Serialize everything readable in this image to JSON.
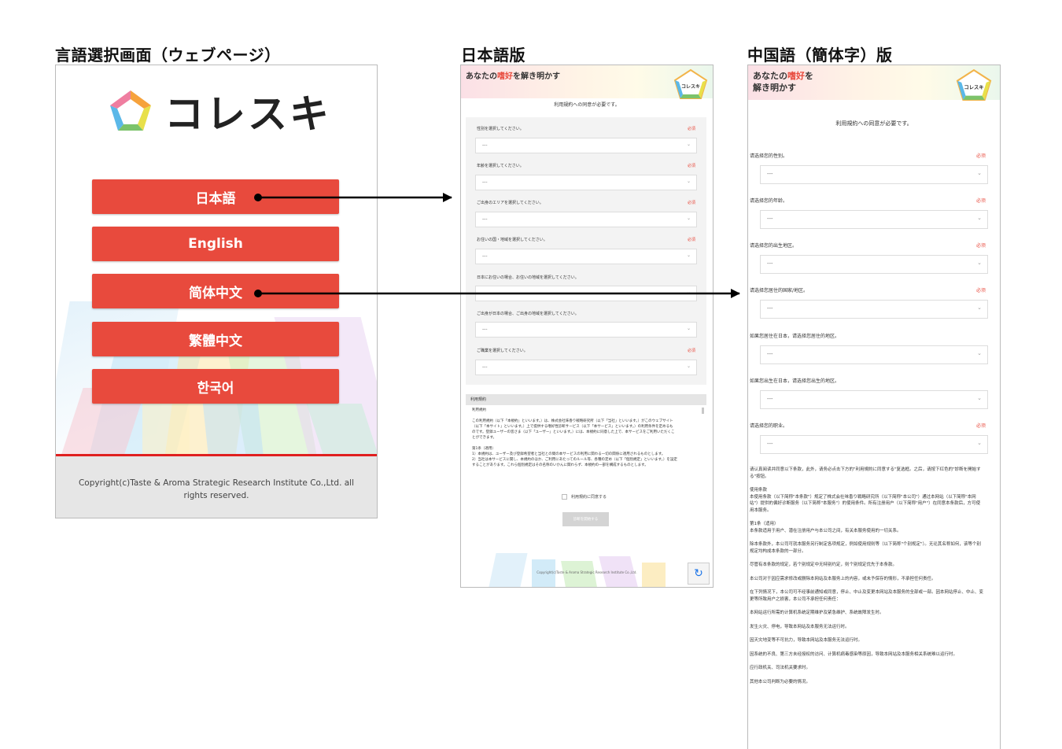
{
  "titles": {
    "lang": "言語選択画面（ウェブページ）",
    "jp": "日本語版",
    "cn": "中国語（簡体字）版"
  },
  "lang_screen": {
    "logo": "コレスキ",
    "buttons": [
      "日本語",
      "English",
      "简体中文",
      "繁體中文",
      "한국어"
    ],
    "copyright": "Copyright(c)Taste & Aroma Strategic Research Institute Co.,Ltd. all rights reserved."
  },
  "jp": {
    "header_pre": "あなたの",
    "header_hl": "嗜好",
    "header_post": "を解き明かす",
    "badge": "コレスキ",
    "notice": "利用規約への同意が必要です。",
    "questions": [
      {
        "label": "性別を選択してください。",
        "req": "必須"
      },
      {
        "label": "年齢を選択してください。",
        "req": "必須"
      },
      {
        "label": "ご出身のエリアを選択してください。",
        "req": "必須"
      },
      {
        "label": "お住いの国・地域を選択してください。",
        "req": "必須"
      },
      {
        "label": "日本にお住いの場合、お住いの地域を選択してください。",
        "req": ""
      },
      {
        "label": "ご出身が日本の場合、ご出身の地域を選択してください。",
        "req": ""
      },
      {
        "label": "ご職業を選択してください。",
        "req": "必須"
      }
    ],
    "select_value": "---",
    "terms_head": "利用規約",
    "terms_lines": [
      "利用規約",
      "",
      "この利用規約（以下「本規約」といいます。）は、株式会社味香り戦略研究所（以下「当社」といいます。）がこのウェブサイト",
      "（以下「本サイト」といいます。）上で提供する嗜好性診断サービス（以下「本サービス」といいます。）の利用条件を定めるも",
      "のです。登録ユーザーの皆さま（以下「ユーザー」といいます。）には、本規約に同意した上で、本サービスをご利用いただくこ",
      "とができます。",
      "",
      "第1条（適用）",
      "1）本規約は、ユーザー及び登録希望者と当社との間の本サービスの利用に関わる一切の関係に適用されるものとします。",
      "2）当社は本サービスに関し、本規約のほか、ご利用にあたってのルール等、各種の定め（以下「個別規定」といいます。）を設定",
      "することがあります。これら個別規定はその名称のいかんに関わらず、本規約の一部を構成するものとします。"
    ],
    "agree": "利用規約に同意する",
    "start": "診断を開始する",
    "copyright": "Copyright(c)Taste & Aroma Strategic Research Institute Co.,Ltd."
  },
  "cn": {
    "header_pre": "あなたの",
    "header_hl": "嗜好",
    "header_post1": "を",
    "header_line2": "解き明かす",
    "badge": "コレスキ",
    "notice": "利用規約への同意が必要です。",
    "questions": [
      {
        "label": "请选择您的性别。",
        "req": "必须"
      },
      {
        "label": "请选择您的年龄。",
        "req": "必须"
      },
      {
        "label": "请选择您的出生地区。",
        "req": "必须"
      },
      {
        "label": "请选择您居住的国家/地区。",
        "req": "必须"
      },
      {
        "label": "如果您居住在日本，请选择您居住的地区。",
        "req": ""
      },
      {
        "label": "如果您出生在日本，请选择您出生的地区。",
        "req": ""
      },
      {
        "label": "请选择您的职业。",
        "req": "必须"
      }
    ],
    "select_value": "---",
    "paragraphs": [
      [
        "请认真阅读并同意以下条款，此外，请务必点击下方的\"利用規約に同意する\"复选框。之后，请按下红色的\"診断を開始する\"按钮。"
      ],
      [
        "使用条款",
        "本使用条款（以下简称\"本条款\"）规定了株式会社味香り戦略研究所（以下简称\"本公司\"）通过本网站（以下简称\"本网站\"）提供的偏好诊断服务（以下简称\"本服务\"）的使用条件。所有注册用户（以下简称\"用户\"）在同意本条款后，方可使用本服务。"
      ],
      [
        "第1条（适用）",
        "本条款适用于用户、潜在注册用户与本公司之间，有关本服务使用的一切关系。"
      ],
      [
        "除本条款外，本公司可就本服务另行制定各项规定，例如使用规则等（以下简称\"个别规定\"）。无论其名称如何，该等个别规定均构成本条款的一部分。"
      ],
      [
        "尽管有本条款的规定，若个别规定中无特别约定，则个别规定优先于本条款。"
      ],
      [
        "本公司对于因应需求修改或删除本网站及本服务上的内容，或未予保存的情形，不承担任何责任。"
      ],
      [
        "在下列情况下，本公司可不经事前通知或同意，停止、中止及变更本网站及本服务的全部或一部。因本网站停止、中止、变更等所致用户之损害，本公司不承担任何责任："
      ],
      [
        "本网站运行所需的计算机系统定期维护及紧急维护、系统故障发生时。"
      ],
      [
        "发生火灾、停电，导致本网站及本服务无法运行时。"
      ],
      [
        "因天灾地变等不可抗力，导致本网站及本服务无法运行时。"
      ],
      [
        "因系统的不良、第三方未经授权的访问、计算机病毒感染等原因，导致本网站及本服务相关系统难以运行时。"
      ],
      [
        "应行政机关、司法机关要求时。"
      ],
      [
        "其他本公司判断为必要的情况。"
      ]
    ]
  },
  "colors": {
    "button_red": "#e84a3d",
    "footer_line": "#e02020"
  }
}
